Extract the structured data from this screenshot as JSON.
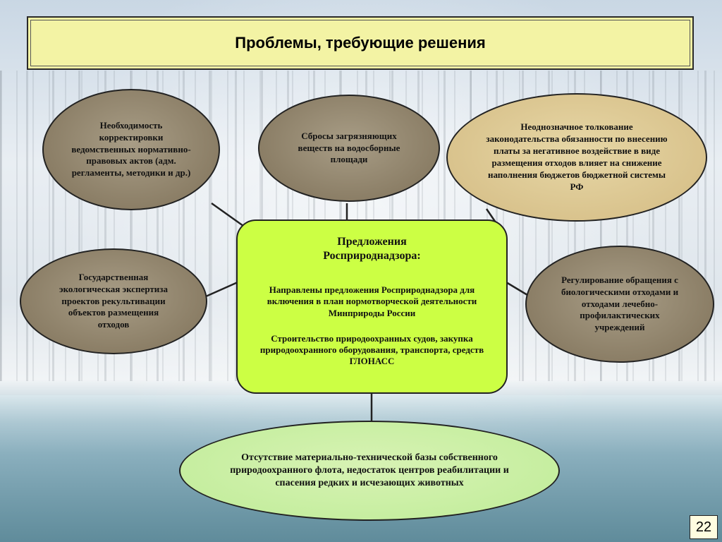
{
  "title": "Проблемы, требующие решения",
  "center": {
    "heading_line1": "Предложения",
    "heading_line2": "Росприроднадзора:",
    "paragraph1": "Направлены предложения Росприроднадзора для включения в план нормотворческой деятельности Минприроды России",
    "paragraph2": "Строительство природоохранных судов, закупка природоохранного оборудования, транспорта, средств ГЛОНАСС"
  },
  "problems": {
    "top_left": "Необходимость корректировки ведомственных нормативно-правовых актов (адм. регламенты, методики и др.)",
    "top_center": "Сбросы загрязняющих веществ на водосборные площади",
    "top_right": "Неоднозначное толкование законодательства обязанности по внесению платы за негативное воздействие в виде размещения отходов влияет на снижение наполнения бюджетов бюджетной системы РФ",
    "mid_left": "Государственная экологическая экспертиза проектов рекультивации объектов размещения отходов",
    "mid_right": "Регулирование обращения с биологическими отходами и отходами лечебно-профилактических учреждений",
    "bottom": "Отсутствие материально-технической базы собственного природоохранного флота, недостаток центров реабилитации и спасения редких и исчезающих животных"
  },
  "page_number": "22",
  "colors": {
    "title_bg": "#f3f3a4",
    "center_bg": "#ccff44",
    "brown_ellipse": "#8b7e66",
    "tan_ellipse": "#d9c38d",
    "green_ellipse": "#c6eea0"
  }
}
